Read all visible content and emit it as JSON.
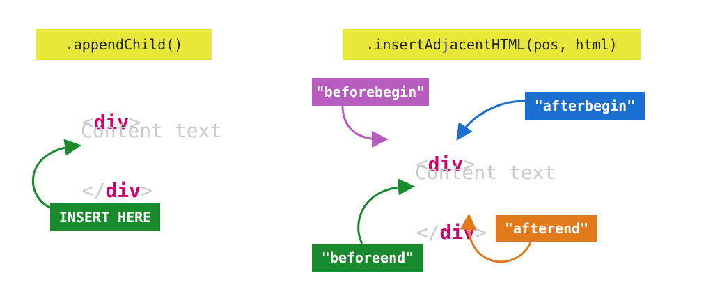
{
  "colors": {
    "title_bg": "#e8e83a",
    "tag": "#d1006f",
    "angle": "#c9c9c9",
    "content": "#c9c9c9",
    "green": "#1a8a2e",
    "purple": "#b85cbf",
    "blue": "#1a6fd1",
    "orange": "#e07a1a"
  },
  "left": {
    "title": ".appendChild()",
    "code": {
      "open_lt": "<",
      "tag": "div",
      "gt": ">",
      "content": "Content text",
      "close_lt": "</",
      "close_tag": "div",
      "close_gt": ">"
    },
    "label": "INSERT HERE"
  },
  "right": {
    "title": ".insertAdjacentHTML(pos, html)",
    "code": {
      "open_lt": "<",
      "tag": "div",
      "gt": ">",
      "content": "Content text",
      "close_lt": "</",
      "close_tag": "div",
      "close_gt": ">"
    },
    "labels": {
      "beforebegin": "\"beforebegin\"",
      "afterbegin": "\"afterbegin\"",
      "beforeend": "\"beforeend\"",
      "afterend": "\"afterend\""
    }
  }
}
